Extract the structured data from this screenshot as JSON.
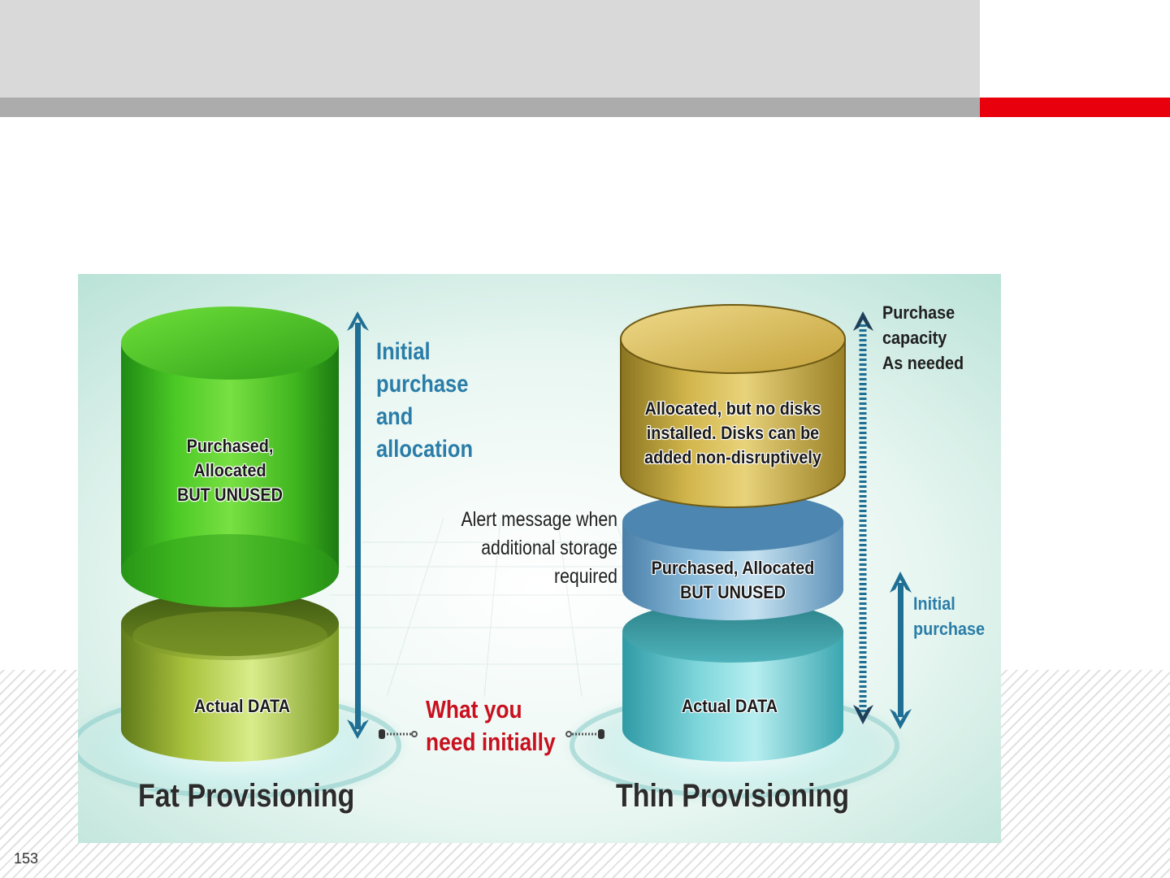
{
  "slide": {
    "page_number": "153"
  },
  "fat": {
    "title": "Fat Provisioning",
    "top_label": "Purchased,\nAllocated\nBUT UNUSED",
    "bottom_label": "Actual DATA",
    "arrow_note": "Initial\npurchase\nand\nallocation"
  },
  "middle": {
    "alert_note": "Alert message when\nadditional storage\nrequired",
    "need_note": "What you\nneed initially"
  },
  "thin": {
    "title": "Thin Provisioning",
    "top_label": "Allocated, but no disks\ninstalled. Disks can be\nadded non-disruptively",
    "middle_label": "Purchased,  Allocated\nBUT  UNUSED",
    "bottom_label": "Actual DATA",
    "capacity_note": "Purchase\ncapacity\nAs needed",
    "initial_note": "Initial\npurchase"
  },
  "colors": {
    "accent_red": "#e8000d",
    "header_gray": "#d9d9d9",
    "bar_gray": "#acacac",
    "arrow_blue": "#1f6f94"
  }
}
